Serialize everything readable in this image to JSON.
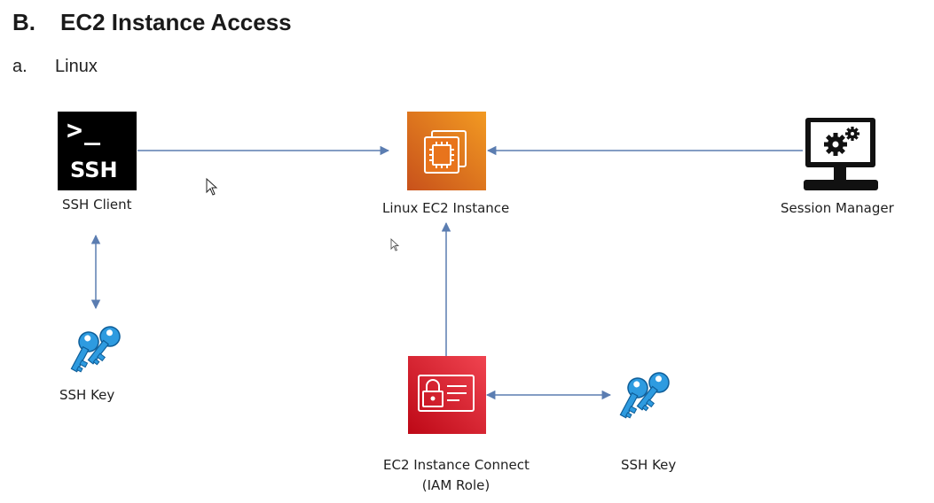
{
  "heading": {
    "letter": "B.",
    "title": "EC2 Instance Access"
  },
  "subheading": {
    "letter": "a.",
    "title": "Linux"
  },
  "nodes": {
    "ssh_client": {
      "label": "SSH Client",
      "icon_text": "SSH",
      "prompt_glyph": ">_",
      "icon": "terminal-ssh-icon"
    },
    "linux_ec2": {
      "label": "Linux EC2 Instance",
      "icon": "ec2-chip-icon",
      "color": "#E8741C"
    },
    "session_manager": {
      "label": "Session Manager",
      "icon": "monitor-gears-icon"
    },
    "ssh_key_left": {
      "label": "SSH Key",
      "icon": "keys-icon"
    },
    "instance_connect": {
      "label_line1": "EC2 Instance Connect",
      "label_line2": "(IAM Role)",
      "icon": "id-card-lock-icon",
      "color": "#D6202C"
    },
    "ssh_key_right": {
      "label": "SSH Key",
      "icon": "keys-icon"
    }
  },
  "edges": [
    {
      "from": "ssh_client",
      "to": "linux_ec2",
      "type": "arrow"
    },
    {
      "from": "session_manager",
      "to": "linux_ec2",
      "type": "arrow"
    },
    {
      "from": "ssh_client",
      "to": "ssh_key_left",
      "type": "bidirectional"
    },
    {
      "from": "instance_connect",
      "to": "linux_ec2",
      "type": "arrow"
    },
    {
      "from": "instance_connect",
      "to": "ssh_key_right",
      "type": "bidirectional"
    }
  ],
  "colors": {
    "arrow": "#5B7DB1",
    "ec2_orange": "#E8741C",
    "connect_red": "#D6202C",
    "key_blue": "#1E8FD6"
  }
}
